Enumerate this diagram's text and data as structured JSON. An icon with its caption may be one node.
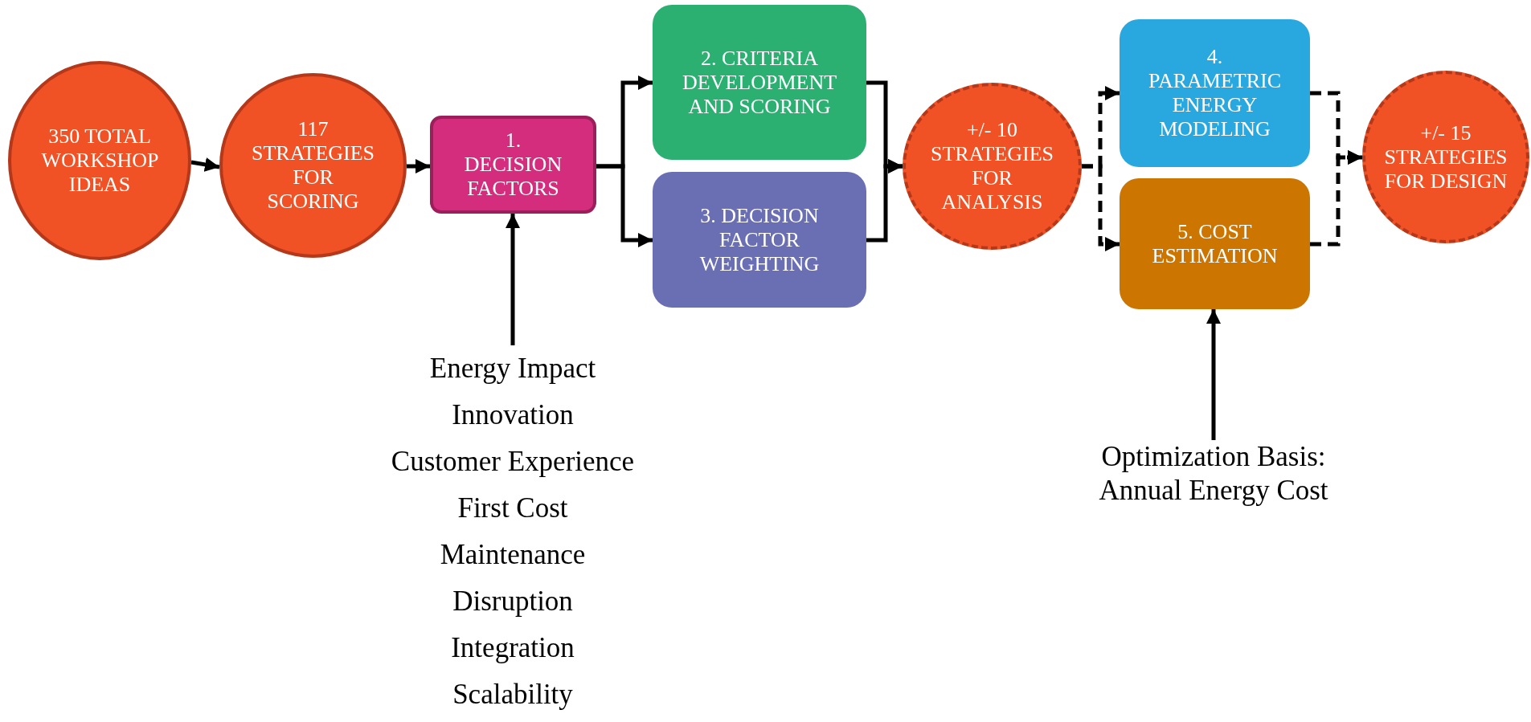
{
  "diagram": {
    "nodes": [
      {
        "text": [
          "350 TOTAL WORKSHOP IDEAS"
        ]
      },
      {
        "text": [
          "117 STRATEGIES FOR SCORING"
        ]
      },
      {
        "text": [
          "1. DECISION FACTORS"
        ]
      },
      {
        "text": [
          "2. CRITERIA DEVELOPMENT AND SCORING"
        ]
      },
      {
        "text": [
          "3. DECISION FACTOR WEIGHTING"
        ]
      },
      {
        "text": [
          "+/- 10 STRATEGIES FOR ANALYSIS"
        ]
      },
      {
        "text": [
          "4. PARAMETRIC ENERGY MODELING"
        ]
      },
      {
        "text": [
          "5. COST ESTIMATION"
        ]
      },
      {
        "text": [
          "+/- 15 STRATEGIES FOR DESIGN"
        ]
      },
      {
        "text": [
          "Energy Impact",
          "Innovation",
          "Customer Experience",
          "First Cost",
          "Maintenance",
          "Disruption",
          "Integration",
          "Scalability"
        ]
      },
      {
        "text": [
          "Optimization Basis: Annual Energy Cost"
        ]
      }
    ],
    "edges": [
      {
        "from": 0,
        "to": 1,
        "arrow": "to"
      },
      {
        "from": 1,
        "to": 2,
        "arrow": "to"
      },
      {
        "from": 2,
        "to": 3,
        "arrow": "to"
      },
      {
        "from": 2,
        "to": 4,
        "arrow": "to"
      },
      {
        "from": 3,
        "to": 5,
        "arrow": "to"
      },
      {
        "from": 4,
        "to": 5,
        "arrow": "to"
      },
      {
        "from": 5,
        "to": 6,
        "arrow": "to",
        "style": "dashed"
      },
      {
        "from": 5,
        "to": 7,
        "arrow": "to",
        "style": "dashed"
      },
      {
        "from": 6,
        "to": 8,
        "arrow": "to",
        "style": "dashed"
      },
      {
        "from": 7,
        "to": 8,
        "arrow": "to",
        "style": "dashed"
      },
      {
        "from": 9,
        "to": 2,
        "arrow": "to"
      },
      {
        "from": 10,
        "to": 7,
        "arrow": "to"
      }
    ]
  }
}
